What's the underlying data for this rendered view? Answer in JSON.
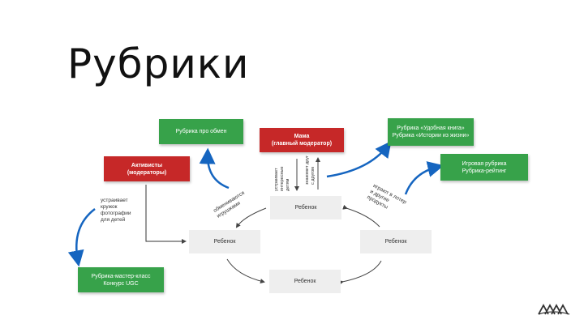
{
  "slide": {
    "title": "Рубрики"
  },
  "boxes": {
    "exchange": "Рубрика про обмен",
    "mama_line1": "Мама",
    "mama_line2": "(главный модератор)",
    "activists_line1": "Активисты",
    "activists_line2": "(модераторы)",
    "books_line1": "Рубрика «Удобная книга»",
    "books_line2": "Рубрика «Истории из жизни»",
    "game_line1": "Игровая рубрика",
    "game_line2": "Рубрика-рейтинг",
    "masterclass_line1": "Рубрика-мастер-класс",
    "masterclass_line2": "Конкурс UGC",
    "child": "Ребенок"
  },
  "labels": {
    "clubs": [
      "устраивает",
      "кружок",
      "фотографии",
      "для детей"
    ],
    "exchange_arrow": [
      "обмениваются",
      "игрушками"
    ],
    "books_arrow": [
      "играют в лотер",
      "и другие",
      "продукты"
    ],
    "mama_left": [
      "устраивает",
      "интересные",
      "детям"
    ],
    "mama_right": [
      "знакомит друг",
      "с другом"
    ]
  },
  "colors": {
    "green": "#37a24a",
    "red": "#c62828",
    "blue_arrow": "#1565c0",
    "grey_box": "#eeeeee"
  }
}
